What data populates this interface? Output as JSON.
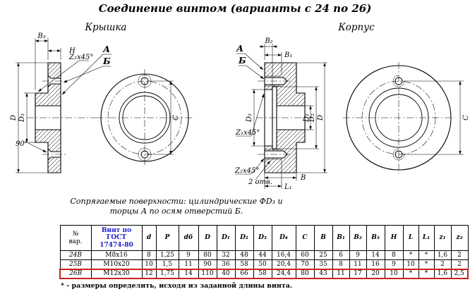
{
  "title": "Соединение винтом (варианты с 24 по 26)",
  "views": {
    "cover": "Крышка",
    "body": "Корпус"
  },
  "note": {
    "line1": "Сопрягаемые поверхности: цилиндрические ФD₃ и",
    "line2": "торцы А по осям отверстий Б."
  },
  "footnote": "* - размеры определить, исходя из заданной длины винта.",
  "colors": {
    "screw_header_text": "#1a1acc",
    "highlight_row_border": "#cc2020",
    "ink": "#000000"
  },
  "cover": {
    "dim_b3": "В₃",
    "dim_h": "H",
    "chamfer": "Z₂x45°",
    "face": "А",
    "hole": "Б",
    "dim_d3": "D₃",
    "dim_d": "D",
    "csk_angle": "90°",
    "dim_c": "С"
  },
  "body": {
    "face": "А",
    "hole": "Б",
    "dim_b2": "В₂",
    "dim_b1": "В₁",
    "dim_d3": "D₃",
    "chamfer1": "Z₁x45°",
    "chamfer2": "Z₂x45°",
    "holes_note": "2 отв.",
    "dim_d1": "D₁",
    "dim_d2": "D₂",
    "dim_d": "D",
    "dim_l1": "L₁",
    "dim_b": "В",
    "dim_c": "С"
  },
  "table": {
    "headers": [
      "№\nвар.",
      "Винт по\nГОСТ\n17474-80",
      "d",
      "P",
      "dб",
      "D",
      "D₁",
      "D₂",
      "D₃",
      "D₄",
      "C",
      "B",
      "B₁",
      "B₂",
      "B₃",
      "H",
      "L",
      "L₁",
      "z₁",
      "z₂"
    ],
    "rows": [
      [
        "24В",
        "М8х16",
        "8",
        "1,25",
        "9",
        "80",
        "32",
        "48",
        "44",
        "16,4",
        "60",
        "25",
        "6",
        "9",
        "14",
        "8",
        "*",
        "*",
        "1,6",
        "2"
      ],
      [
        "25В",
        "М10х20",
        "10",
        "1,5",
        "11",
        "90",
        "36",
        "58",
        "50",
        "20,4",
        "70",
        "35",
        "8",
        "11",
        "16",
        "9",
        "10",
        "*",
        "2",
        "2"
      ],
      [
        "26В",
        "М12х30",
        "12",
        "1,75",
        "14",
        "110",
        "40",
        "66",
        "58",
        "24,4",
        "80",
        "43",
        "11",
        "17",
        "20",
        "10",
        "*",
        "*",
        "1,6",
        "2,5"
      ]
    ]
  }
}
